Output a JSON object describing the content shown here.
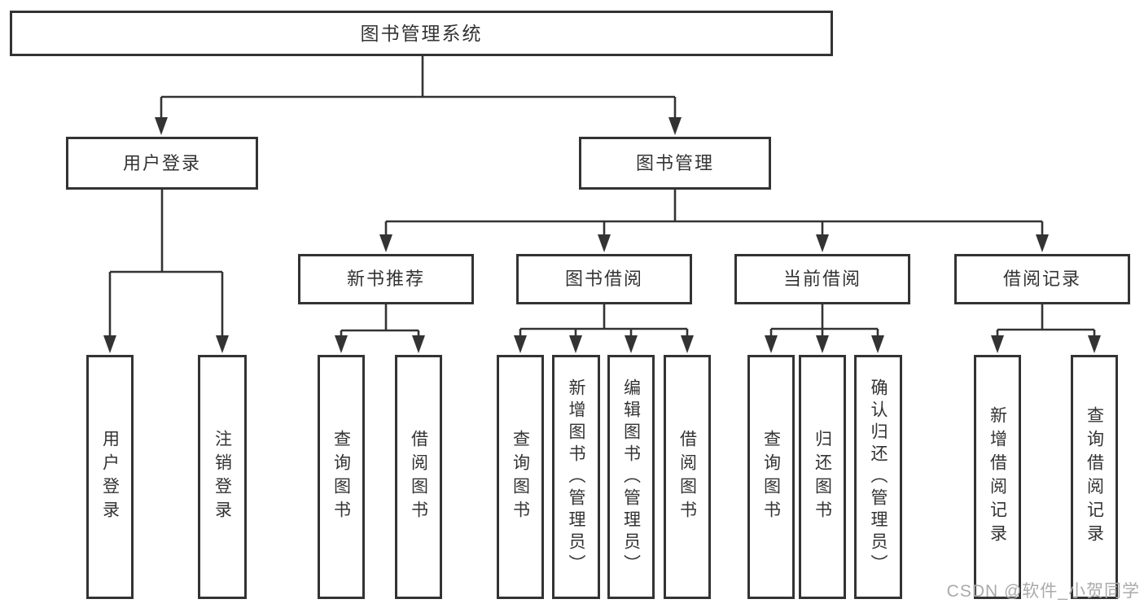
{
  "diagram": {
    "title": "图书管理系统",
    "watermark": "CSDN @软件_小贺同学",
    "colors": {
      "line": "#333333",
      "text": "#333333",
      "background": "#ffffff",
      "watermark_text": "#aaaaaa"
    },
    "nodes": [
      {
        "id": "root",
        "label": "图书管理系统",
        "level": 1,
        "parent": null,
        "text_direction": "horizontal"
      },
      {
        "id": "user-login",
        "label": "用户登录",
        "level": 2,
        "parent": "root",
        "text_direction": "horizontal"
      },
      {
        "id": "book-mgmt",
        "label": "图书管理",
        "level": 2,
        "parent": "root",
        "text_direction": "horizontal"
      },
      {
        "id": "new-book-rec",
        "label": "新书推荐",
        "level": 3,
        "parent": "book-mgmt",
        "text_direction": "horizontal"
      },
      {
        "id": "book-borrow",
        "label": "图书借阅",
        "level": 3,
        "parent": "book-mgmt",
        "text_direction": "horizontal"
      },
      {
        "id": "current-borrow",
        "label": "当前借阅",
        "level": 3,
        "parent": "book-mgmt",
        "text_direction": "horizontal"
      },
      {
        "id": "borrow-record",
        "label": "借阅记录",
        "level": 3,
        "parent": "book-mgmt",
        "text_direction": "horizontal"
      },
      {
        "id": "login",
        "label": "用户登录",
        "level": 4,
        "parent": "user-login",
        "text_direction": "vertical"
      },
      {
        "id": "logout",
        "label": "注销登录",
        "level": 4,
        "parent": "user-login",
        "text_direction": "vertical"
      },
      {
        "id": "query-book-rec",
        "label": "查询图书",
        "level": 4,
        "parent": "new-book-rec",
        "text_direction": "vertical"
      },
      {
        "id": "borrow-book-rec",
        "label": "借阅图书",
        "level": 4,
        "parent": "new-book-rec",
        "text_direction": "vertical"
      },
      {
        "id": "query-book-borrow",
        "label": "查询图书",
        "level": 4,
        "parent": "book-borrow",
        "text_direction": "vertical"
      },
      {
        "id": "add-book-admin",
        "label": "新增图书（管理员）",
        "level": 4,
        "parent": "book-borrow",
        "text_direction": "vertical"
      },
      {
        "id": "edit-book-admin",
        "label": "编辑图书（管理员）",
        "level": 4,
        "parent": "book-borrow",
        "text_direction": "vertical"
      },
      {
        "id": "borrow-book",
        "label": "借阅图书",
        "level": 4,
        "parent": "book-borrow",
        "text_direction": "vertical"
      },
      {
        "id": "query-book-current",
        "label": "查询图书",
        "level": 4,
        "parent": "current-borrow",
        "text_direction": "vertical"
      },
      {
        "id": "return-book",
        "label": "归还图书",
        "level": 4,
        "parent": "current-borrow",
        "text_direction": "vertical"
      },
      {
        "id": "confirm-return-admin",
        "label": "确认归还（管理员）",
        "level": 4,
        "parent": "current-borrow",
        "text_direction": "vertical"
      },
      {
        "id": "add-borrow-record",
        "label": "新增借阅记录",
        "level": 4,
        "parent": "borrow-record",
        "text_direction": "vertical"
      },
      {
        "id": "query-borrow-record",
        "label": "查询借阅记录",
        "level": 4,
        "parent": "borrow-record",
        "text_direction": "vertical"
      }
    ]
  }
}
